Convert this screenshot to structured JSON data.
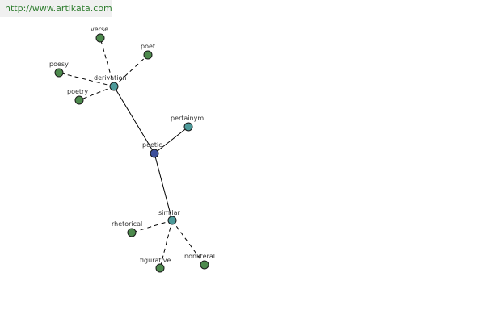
{
  "header": {
    "url": "http://www.artikata.com"
  },
  "colors": {
    "center": "#3d4f9a",
    "relation": "#4d9a9a",
    "word": "#4d8a4d",
    "url_text": "#2f7d2f",
    "banner_bg": "#f0f0f0"
  },
  "nodes": [
    {
      "id": "poetic",
      "label": "poetic",
      "kind": "center"
    },
    {
      "id": "derivation",
      "label": "derivation",
      "kind": "relation"
    },
    {
      "id": "similar",
      "label": "similar",
      "kind": "relation"
    },
    {
      "id": "pertainym",
      "label": "pertainym",
      "kind": "relation"
    },
    {
      "id": "verse",
      "label": "verse",
      "kind": "word"
    },
    {
      "id": "poet",
      "label": "poet",
      "kind": "word"
    },
    {
      "id": "poesy",
      "label": "poesy",
      "kind": "word"
    },
    {
      "id": "poetry",
      "label": "poetry",
      "kind": "word"
    },
    {
      "id": "rhetorical",
      "label": "rhetorical",
      "kind": "word"
    },
    {
      "id": "figurative",
      "label": "figurative",
      "kind": "word"
    },
    {
      "id": "nonliteral",
      "label": "nonliteral",
      "kind": "word"
    }
  ],
  "edges": [
    {
      "from": "poetic",
      "to": "derivation",
      "style": "solid"
    },
    {
      "from": "poetic",
      "to": "pertainym",
      "style": "solid"
    },
    {
      "from": "poetic",
      "to": "similar",
      "style": "solid"
    },
    {
      "from": "derivation",
      "to": "verse",
      "style": "dashed"
    },
    {
      "from": "derivation",
      "to": "poet",
      "style": "dashed"
    },
    {
      "from": "derivation",
      "to": "poesy",
      "style": "dashed"
    },
    {
      "from": "derivation",
      "to": "poetry",
      "style": "dashed"
    },
    {
      "from": "similar",
      "to": "rhetorical",
      "style": "dashed"
    },
    {
      "from": "similar",
      "to": "figurative",
      "style": "dashed"
    },
    {
      "from": "similar",
      "to": "nonliteral",
      "style": "dashed"
    }
  ]
}
